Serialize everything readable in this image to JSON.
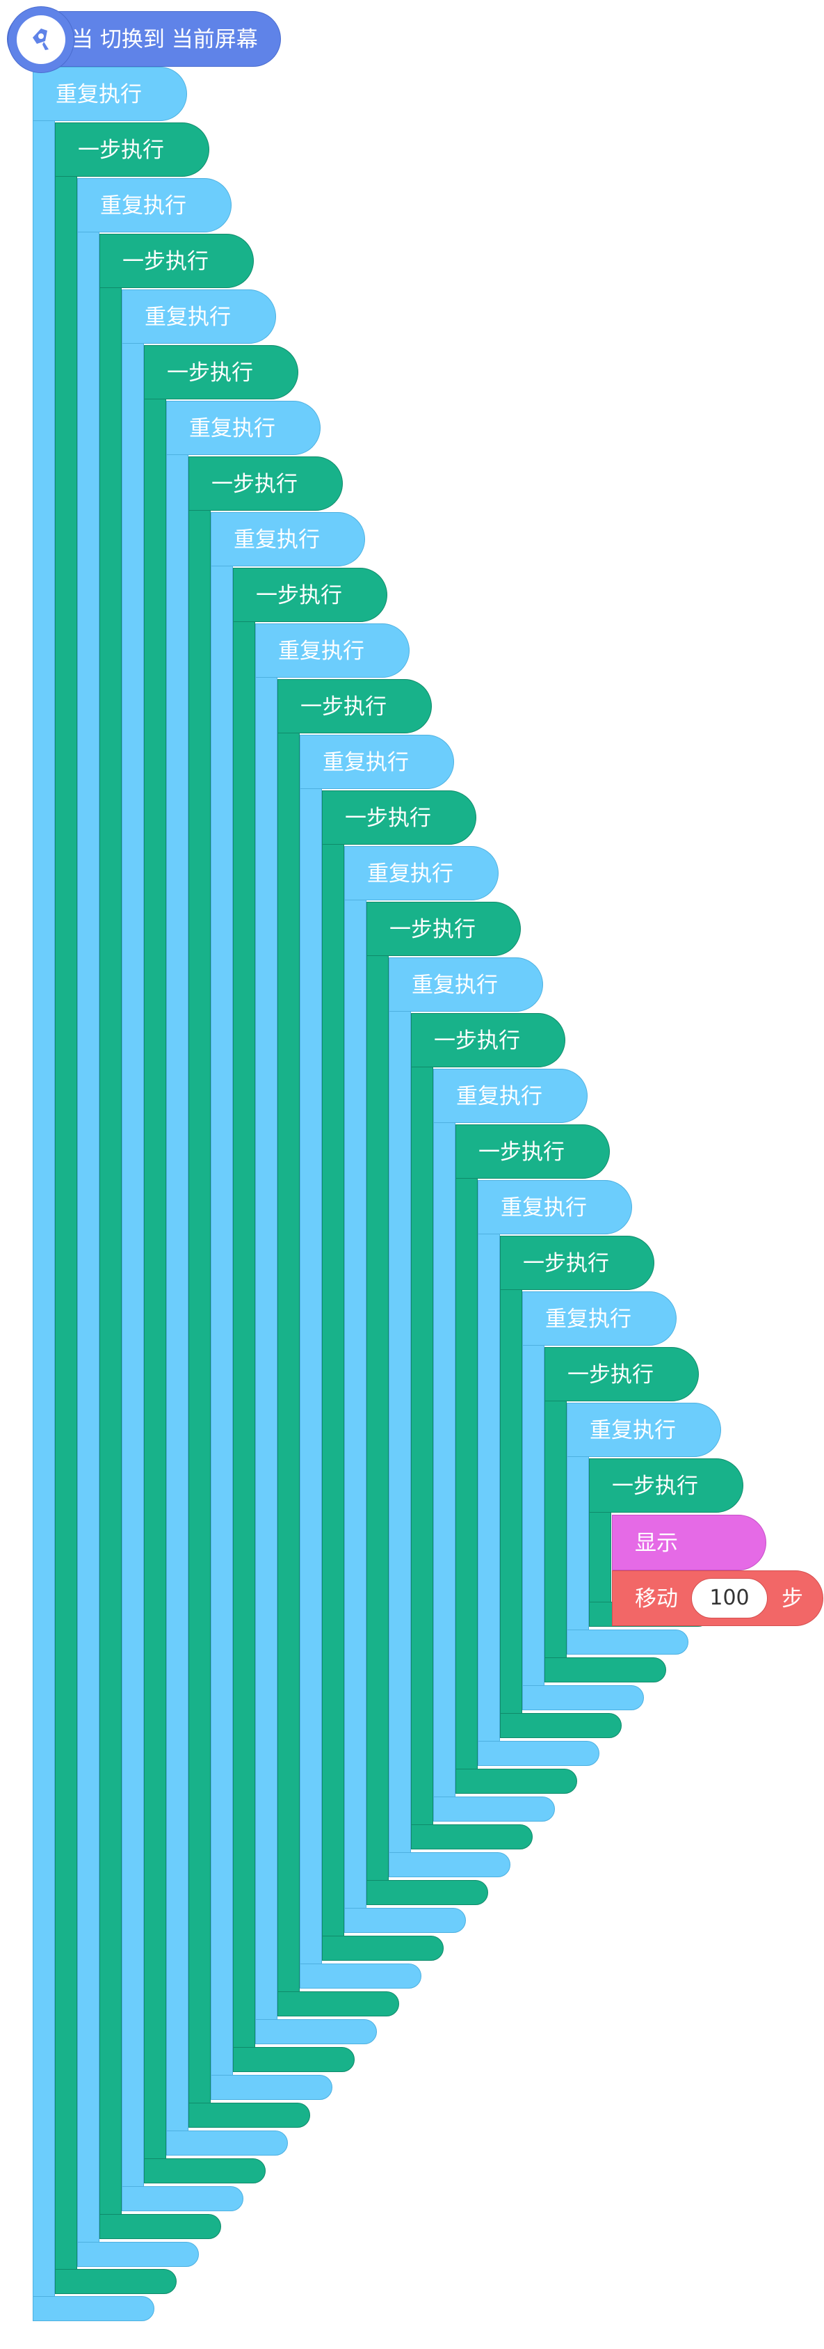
{
  "hat": {
    "label": "当 切换到 当前屏幕",
    "icon": "screen-switch-icon",
    "color": "#5f83e8"
  },
  "blocks": {
    "repeat_label": "重复执行",
    "step_label": "一步执行",
    "nesting_pairs": 13
  },
  "show": {
    "label": "显示",
    "color": "#e56ae6"
  },
  "move": {
    "label": "移动",
    "steps": "100",
    "unit": "步",
    "color": "#f26767"
  },
  "colors": {
    "repeat": "#6ccdfc",
    "step": "#18b28a"
  }
}
